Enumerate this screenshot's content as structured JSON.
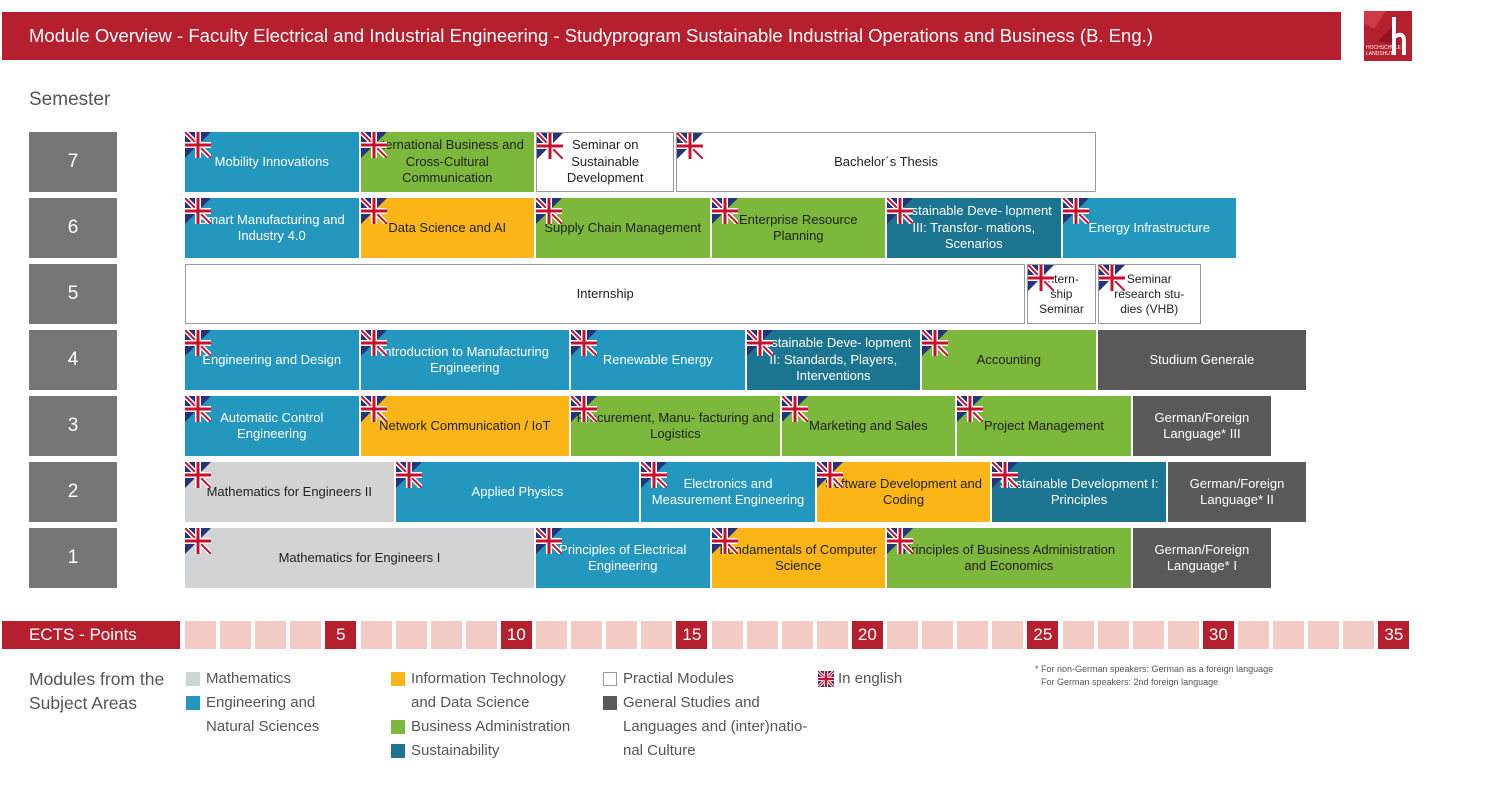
{
  "title": "Module Overview - Faculty Electrical and Industrial Engineering - Studyprogram Sustainable Industrial Operations and Business (B. Eng.)",
  "semester_heading": "Semester",
  "semesters": [
    "7",
    "6",
    "5",
    "4",
    "3",
    "2",
    "1"
  ],
  "modules": [
    {
      "text": "Mobility Innovations",
      "semester": 7,
      "start": 0,
      "span": 5,
      "area": "eng",
      "english": true
    },
    {
      "text": "International Business and Cross-Cultural Communication",
      "semester": 7,
      "start": 5,
      "span": 5,
      "area": "bus",
      "english": true
    },
    {
      "text": "Seminar on Sustainable Development",
      "semester": 7,
      "start": 10,
      "span": 4,
      "area": "prac",
      "english": true
    },
    {
      "text": "Bachelor´s Thesis",
      "semester": 7,
      "start": 14,
      "span": 12,
      "area": "prac",
      "english": true
    },
    {
      "text": "Smart Manufacturing and Industry 4.0",
      "semester": 6,
      "start": 0,
      "span": 5,
      "area": "eng",
      "english": true
    },
    {
      "text": "Data Science and AI",
      "semester": 6,
      "start": 5,
      "span": 5,
      "area": "it",
      "english": true
    },
    {
      "text": "Supply Chain Management",
      "semester": 6,
      "start": 10,
      "span": 5,
      "area": "bus",
      "english": true
    },
    {
      "text": "Enterprise Resource Planning",
      "semester": 6,
      "start": 15,
      "span": 5,
      "area": "bus",
      "english": true
    },
    {
      "text": "Sustainable Deve- lopment III: Transfor- mations, Scenarios",
      "semester": 6,
      "start": 20,
      "span": 5,
      "area": "sus",
      "english": true
    },
    {
      "text": "Energy Infrastructure",
      "semester": 6,
      "start": 25,
      "span": 5,
      "area": "eng",
      "english": true
    },
    {
      "text": "Internship",
      "semester": 5,
      "start": 0,
      "span": 24,
      "area": "prac",
      "english": false
    },
    {
      "text": "Intern- ship Seminar",
      "semester": 5,
      "start": 24,
      "span": 2,
      "area": "prac",
      "english": true
    },
    {
      "text": "Seminar research stu- dies (VHB)",
      "semester": 5,
      "start": 26,
      "span": 3,
      "area": "prac",
      "english": true
    },
    {
      "text": "Engineering and Design",
      "semester": 4,
      "start": 0,
      "span": 5,
      "area": "eng",
      "english": true
    },
    {
      "text": "Introduction to Manufacturing Engineering",
      "semester": 4,
      "start": 5,
      "span": 6,
      "area": "eng",
      "english": true
    },
    {
      "text": "Renewable Energy",
      "semester": 4,
      "start": 11,
      "span": 5,
      "area": "eng",
      "english": true
    },
    {
      "text": "Sustainable Deve- lopment II: Standards, Players, Interventions",
      "semester": 4,
      "start": 16,
      "span": 5,
      "area": "sus",
      "english": true
    },
    {
      "text": "Accounting",
      "semester": 4,
      "start": 21,
      "span": 5,
      "area": "bus",
      "english": true
    },
    {
      "text": "Studium Generale",
      "semester": 4,
      "start": 26,
      "span": 6,
      "area": "gen",
      "english": false
    },
    {
      "text": "Automatic Control Engineering",
      "semester": 3,
      "start": 0,
      "span": 5,
      "area": "eng",
      "english": true
    },
    {
      "text": "Network Communication / IoT",
      "semester": 3,
      "start": 5,
      "span": 6,
      "area": "it",
      "english": true
    },
    {
      "text": "Procurement, Manu- facturing and Logistics",
      "semester": 3,
      "start": 11,
      "span": 6,
      "area": "bus",
      "english": true
    },
    {
      "text": "Marketing and Sales",
      "semester": 3,
      "start": 17,
      "span": 5,
      "area": "bus",
      "english": true
    },
    {
      "text": "Project Management",
      "semester": 3,
      "start": 22,
      "span": 5,
      "area": "bus",
      "english": true
    },
    {
      "text": "German/Foreign Language* III",
      "semester": 3,
      "start": 27,
      "span": 4,
      "area": "gen",
      "english": false
    },
    {
      "text": "Mathematics for Engineers II",
      "semester": 2,
      "start": 0,
      "span": 6,
      "area": "math",
      "english": true
    },
    {
      "text": "Applied Physics",
      "semester": 2,
      "start": 6,
      "span": 7,
      "area": "eng",
      "english": true
    },
    {
      "text": "Electronics and Measurement Engineering",
      "semester": 2,
      "start": 13,
      "span": 5,
      "area": "eng",
      "english": true
    },
    {
      "text": "Software Development and Coding",
      "semester": 2,
      "start": 18,
      "span": 5,
      "area": "it",
      "english": true
    },
    {
      "text": "Sustainable Development I: Principles",
      "semester": 2,
      "start": 23,
      "span": 5,
      "area": "sus",
      "english": true
    },
    {
      "text": "German/Foreign Language* II",
      "semester": 2,
      "start": 28,
      "span": 4,
      "area": "gen",
      "english": false
    },
    {
      "text": "Mathematics for Engineers I",
      "semester": 1,
      "start": 0,
      "span": 10,
      "area": "math",
      "english": true
    },
    {
      "text": "Principles of Electrical Engineering",
      "semester": 1,
      "start": 10,
      "span": 5,
      "area": "eng",
      "english": true
    },
    {
      "text": "Fundamentals of Computer Science",
      "semester": 1,
      "start": 15,
      "span": 5,
      "area": "it",
      "english": true
    },
    {
      "text": "Principles of Business Administration and Economics",
      "semester": 1,
      "start": 20,
      "span": 7,
      "area": "bus",
      "english": true
    },
    {
      "text": "German/Foreign Language* I",
      "semester": 1,
      "start": 27,
      "span": 4,
      "area": "gen",
      "english": false
    }
  ],
  "ects": {
    "label": "ECTS - Points",
    "cells": 35,
    "marks": [
      "5",
      "10",
      "15",
      "20",
      "25",
      "30",
      "35"
    ]
  },
  "legend": {
    "title": "Modules from the Subject Areas",
    "items": [
      {
        "area": "math",
        "label": "Mathematics"
      },
      {
        "area": "eng",
        "label": "Engineering and Natural Sciences"
      },
      {
        "area": "it",
        "label": "Information Technology and Data Science"
      },
      {
        "area": "bus",
        "label": "Business Administration"
      },
      {
        "area": "sus",
        "label": "Sustainability"
      },
      {
        "area": "prac",
        "label": "Practial Modules"
      },
      {
        "area": "gen",
        "label": "General Studies and Languages and (inter)natio- nal Culture"
      }
    ],
    "english_label": "In english"
  },
  "footnote": {
    "line1": "* For non-German speakers: German as a foreign language",
    "line2": "For German speakers: 2nd foreign language"
  },
  "logo_text": "HOCHSCHULE LANDSHUT",
  "colors": {
    "brand_red": "#b51f2e",
    "mathematics": "#d1d3d4",
    "engineering": "#2397bd",
    "information_technology": "#fbb517",
    "business": "#7cb83b",
    "sustainability": "#1b7490",
    "general": "#595959",
    "semester_label": "#767676",
    "ects_cell": "#f1cbc4"
  }
}
